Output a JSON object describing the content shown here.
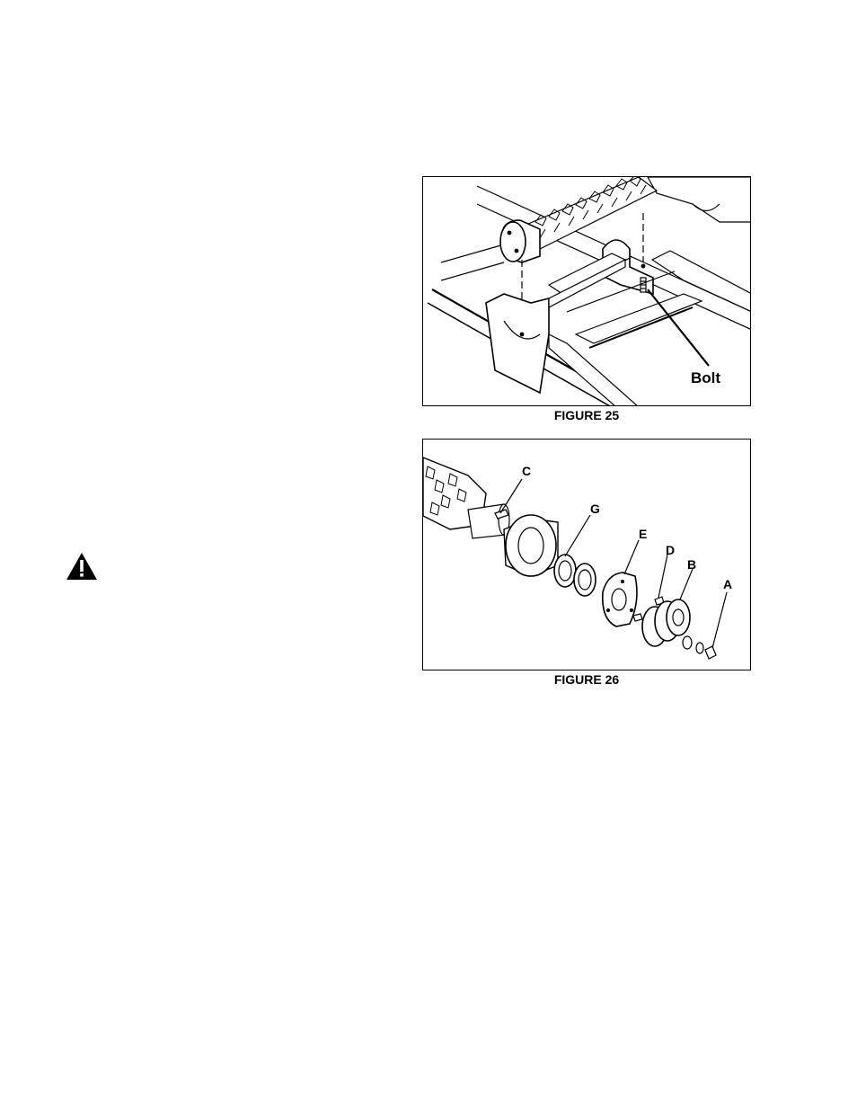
{
  "figures": [
    {
      "caption": "FIGURE 25",
      "callouts": {
        "bolt": "Bolt"
      }
    },
    {
      "caption": "FIGURE 26",
      "callouts": {
        "a": "A",
        "b": "B",
        "c": "C",
        "d": "D",
        "e": "E",
        "g": "G"
      }
    }
  ],
  "warning_icon": "warning-triangle-icon"
}
